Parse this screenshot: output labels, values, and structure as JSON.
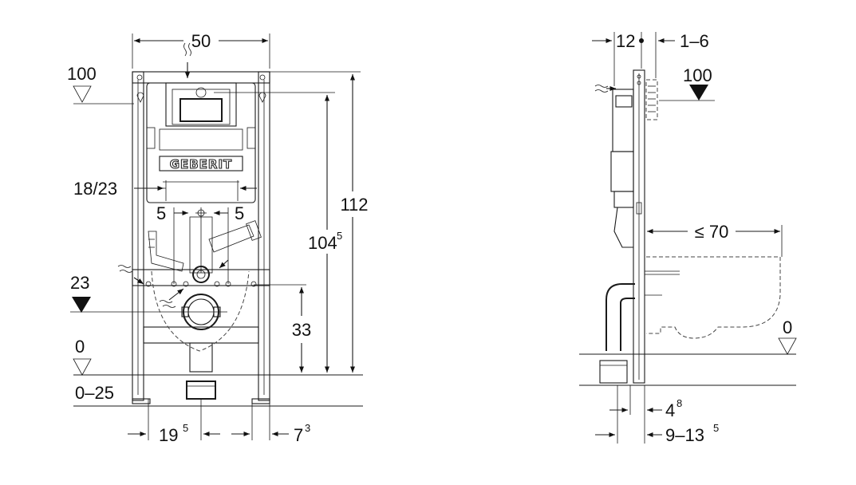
{
  "front_view": {
    "width": "50",
    "top_level": "100",
    "flush_spacing": "18/23",
    "connector_offset_left": "5",
    "connector_offset_right": "5",
    "height_to_supply": "104",
    "height_to_supply_sup": "5",
    "total_height": "112",
    "drain_level": "23",
    "drain_height": "33",
    "floor_level": "0",
    "floor_adjust": "0–25",
    "foot_spacing": "19",
    "foot_spacing_sup": "5",
    "foot_offset": "7",
    "foot_offset_sup": "3"
  },
  "side_view": {
    "depth": "12",
    "wall_gap": "1–6",
    "top_level": "100",
    "bowl_projection": "≤ 70",
    "floor_level": "0",
    "base_depth": "4",
    "base_depth_sup": "8",
    "adjust_range": "9–13",
    "adjust_range_sup": "5"
  },
  "brand": {
    "logo_text": "GEBERIT"
  },
  "icons": {
    "level_marker": "triangle-level-icon",
    "water_supply": "wavy-water-icon",
    "dimension_arrow": "arrowhead-icon"
  }
}
